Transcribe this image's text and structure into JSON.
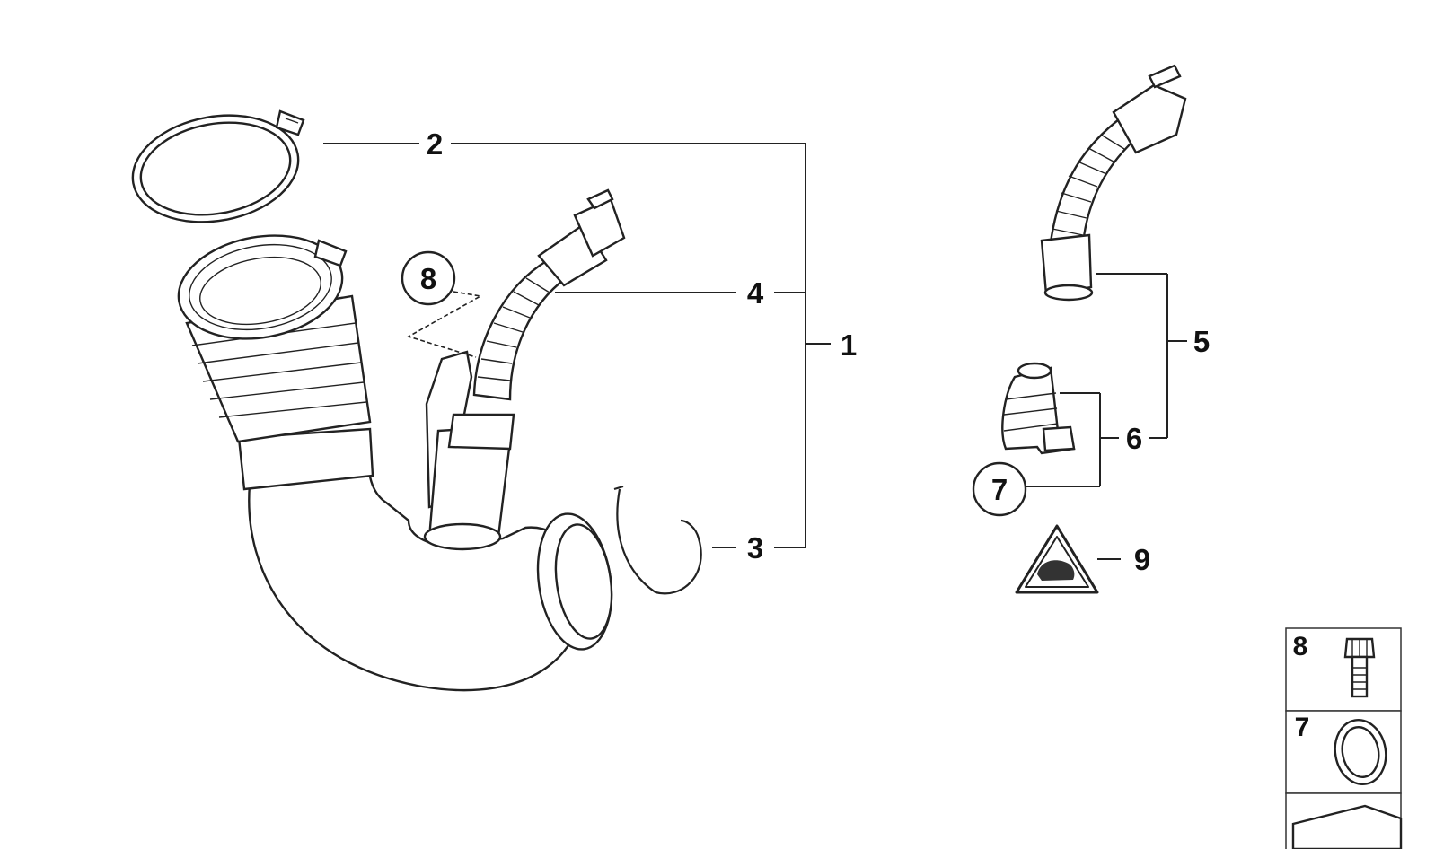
{
  "diagram": {
    "callouts": {
      "c1": "1",
      "c2": "2",
      "c3": "3",
      "c4": "4",
      "c5": "5",
      "c6": "6",
      "c7": "7",
      "c8": "8",
      "c9": "9"
    },
    "legend": {
      "row_8": "8",
      "row_7": "7"
    },
    "icons": {
      "warning_triangle": "warning-triangle-animal-icon",
      "bolt": "bolt-icon",
      "ring": "o-ring-icon"
    }
  }
}
